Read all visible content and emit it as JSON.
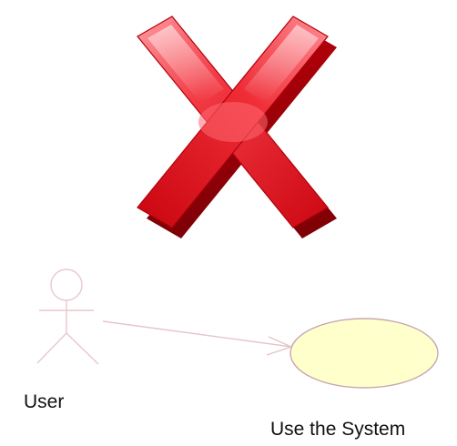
{
  "diagram": {
    "actor": {
      "name": "User",
      "line_color": "#e8c8cc"
    },
    "use_case": {
      "name": "Use the System",
      "fill_color": "#ffffcc",
      "stroke_color": "#c8a8b0"
    },
    "association": {
      "from": "User",
      "to": "Use the System",
      "color": "#e6c4c8"
    },
    "overlay": {
      "icon": "red-x-icon",
      "color": "#e3131e"
    }
  }
}
